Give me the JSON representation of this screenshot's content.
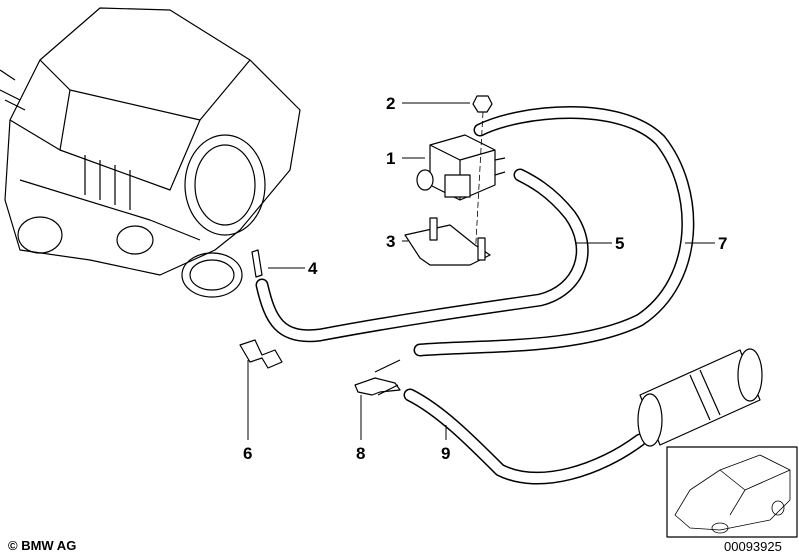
{
  "diagram": {
    "callouts": [
      {
        "id": "1",
        "label": "1"
      },
      {
        "id": "2",
        "label": "2"
      },
      {
        "id": "3",
        "label": "3"
      },
      {
        "id": "4",
        "label": "4"
      },
      {
        "id": "5",
        "label": "5"
      },
      {
        "id": "6",
        "label": "6"
      },
      {
        "id": "7",
        "label": "7"
      },
      {
        "id": "8",
        "label": "8"
      },
      {
        "id": "9",
        "label": "9"
      }
    ],
    "copyright": "© BMW AG",
    "diagram_number": "00093925",
    "colors": {
      "line": "#000000",
      "background": "#ffffff"
    }
  }
}
